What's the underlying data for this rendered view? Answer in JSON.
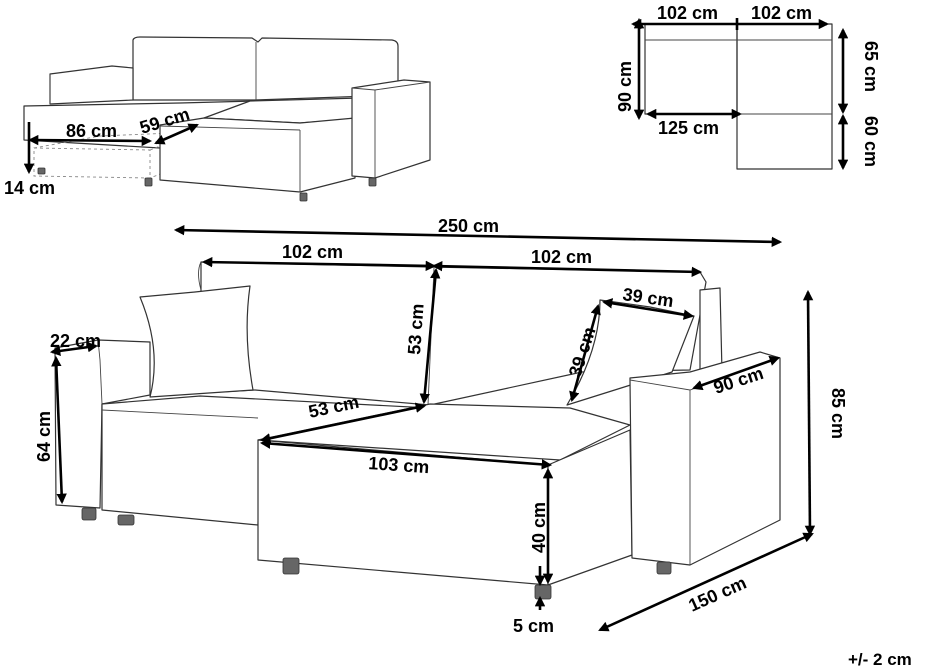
{
  "labels": {
    "fold_depth": "86 cm",
    "fold_ext": "59 cm",
    "fold_clearance": "14 cm",
    "plan_w_left": "102 cm",
    "plan_w_right": "102 cm",
    "plan_h_left": "90 cm",
    "plan_h_right_top": "65 cm",
    "plan_h_right_bottom": "60 cm",
    "plan_chaise": "125 cm",
    "total_width": "250 cm",
    "back_left": "102 cm",
    "back_right": "102 cm",
    "back_height": "53 cm",
    "seat_depth": "53 cm",
    "chaise_width": "103 cm",
    "seat_height": "40 cm",
    "leg_height": "5 cm",
    "arm_width": "22 cm",
    "arm_height": "64 cm",
    "pillow_w": "39 cm",
    "pillow_h": "39 cm",
    "arm_depth": "90 cm",
    "total_height": "85 cm",
    "total_depth": "150 cm",
    "tolerance": "+/- 2 cm"
  }
}
